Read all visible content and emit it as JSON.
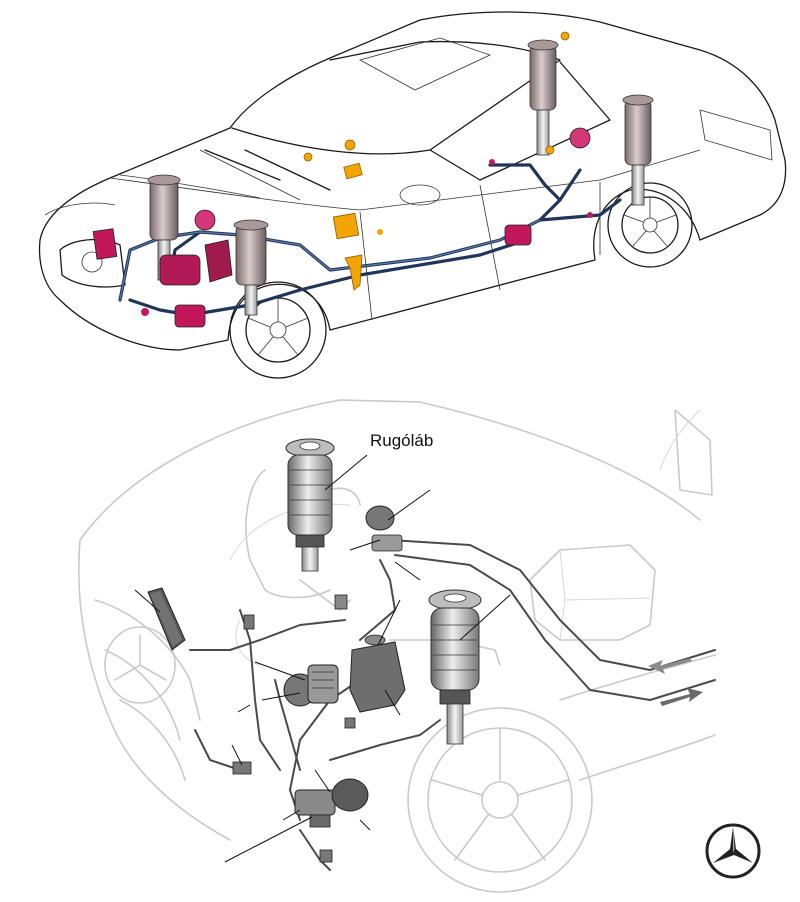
{
  "diagram": {
    "callout_label": "Rugóláb",
    "colors": {
      "pipe": "#20355a",
      "component_magenta": "#c2185b",
      "component_orange": "#f2a400",
      "ghost_outline": "#c9c9c9",
      "component_gray": "#6e6e6e"
    },
    "icons": [
      "mercedes-star-logo",
      "flow-arrow-left",
      "flow-arrow-right"
    ]
  }
}
